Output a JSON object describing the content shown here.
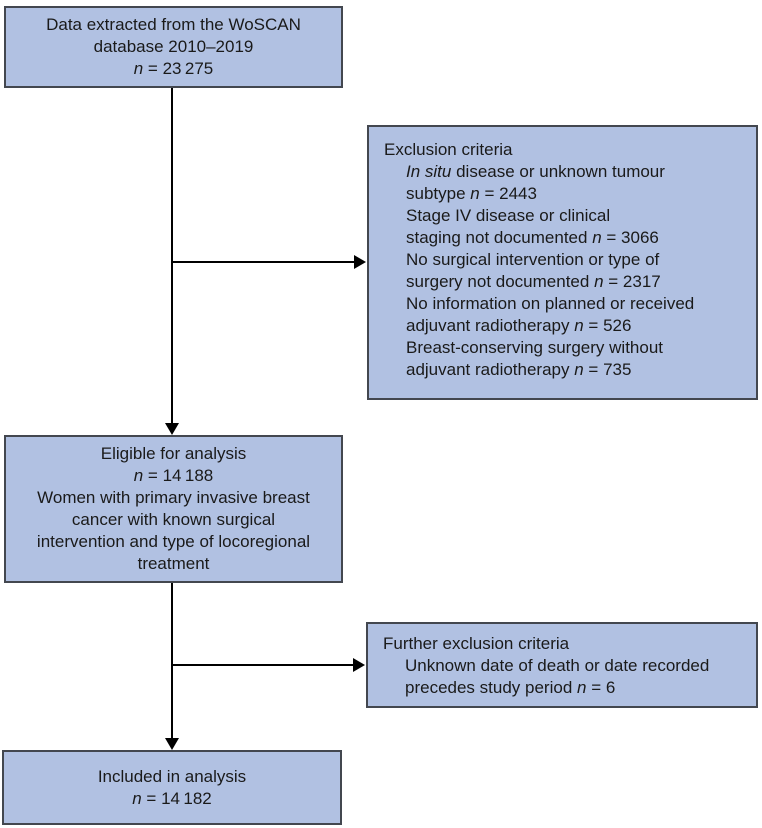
{
  "colors": {
    "box_fill": "#b1c1e2",
    "box_border": "#43474f",
    "text": "#1a1a1a",
    "connector": "#000000",
    "background": "#ffffff"
  },
  "boxes": {
    "source": {
      "lines": [
        {
          "segments": [
            {
              "t": "Data extracted from the WoSCAN"
            }
          ]
        },
        {
          "segments": [
            {
              "t": "database 2010–2019"
            }
          ]
        },
        {
          "segments": [
            {
              "t": "n",
              "i": true
            },
            {
              "t": " = 23 275"
            }
          ]
        }
      ]
    },
    "exclusion": {
      "lines": [
        {
          "segments": [
            {
              "t": "Exclusion criteria"
            }
          ]
        },
        {
          "indent": true,
          "segments": [
            {
              "t": "In situ",
              "i": true
            },
            {
              "t": " disease or unknown tumour"
            }
          ]
        },
        {
          "indent": true,
          "segments": [
            {
              "t": "subtype "
            },
            {
              "t": "n",
              "i": true
            },
            {
              "t": " = 2443"
            }
          ]
        },
        {
          "indent": true,
          "segments": [
            {
              "t": "Stage IV disease or clinical"
            }
          ]
        },
        {
          "indent": true,
          "segments": [
            {
              "t": "staging not documented "
            },
            {
              "t": "n",
              "i": true
            },
            {
              "t": " = 3066"
            }
          ]
        },
        {
          "indent": true,
          "segments": [
            {
              "t": "No surgical intervention or type of"
            }
          ]
        },
        {
          "indent": true,
          "segments": [
            {
              "t": "surgery not documented "
            },
            {
              "t": "n",
              "i": true
            },
            {
              "t": " = 2317"
            }
          ]
        },
        {
          "indent": true,
          "segments": [
            {
              "t": "No information on planned or received"
            }
          ]
        },
        {
          "indent": true,
          "segments": [
            {
              "t": "adjuvant radiotherapy "
            },
            {
              "t": "n",
              "i": true
            },
            {
              "t": " = 526"
            }
          ]
        },
        {
          "indent": true,
          "segments": [
            {
              "t": "Breast-conserving surgery without"
            }
          ]
        },
        {
          "indent": true,
          "segments": [
            {
              "t": "adjuvant radiotherapy "
            },
            {
              "t": "n",
              "i": true
            },
            {
              "t": " = 735"
            }
          ]
        }
      ]
    },
    "eligible": {
      "lines": [
        {
          "segments": [
            {
              "t": "Eligible for analysis"
            }
          ]
        },
        {
          "segments": [
            {
              "t": "n",
              "i": true
            },
            {
              "t": " = 14 188"
            }
          ]
        },
        {
          "segments": [
            {
              "t": "Women with primary invasive breast"
            }
          ]
        },
        {
          "segments": [
            {
              "t": "cancer with known surgical"
            }
          ]
        },
        {
          "segments": [
            {
              "t": "intervention and type of locoregional"
            }
          ]
        },
        {
          "segments": [
            {
              "t": "treatment"
            }
          ]
        }
      ]
    },
    "further_exclusion": {
      "lines": [
        {
          "segments": [
            {
              "t": "Further exclusion criteria"
            }
          ]
        },
        {
          "indent": true,
          "segments": [
            {
              "t": "Unknown date of death or date recorded"
            }
          ]
        },
        {
          "indent": true,
          "segments": [
            {
              "t": "precedes study period "
            },
            {
              "t": "n",
              "i": true
            },
            {
              "t": " = 6"
            }
          ]
        }
      ]
    },
    "included": {
      "lines": [
        {
          "segments": [
            {
              "t": "Included in analysis"
            }
          ]
        },
        {
          "segments": [
            {
              "t": "n",
              "i": true
            },
            {
              "t": " = 14 182"
            }
          ]
        }
      ]
    }
  }
}
